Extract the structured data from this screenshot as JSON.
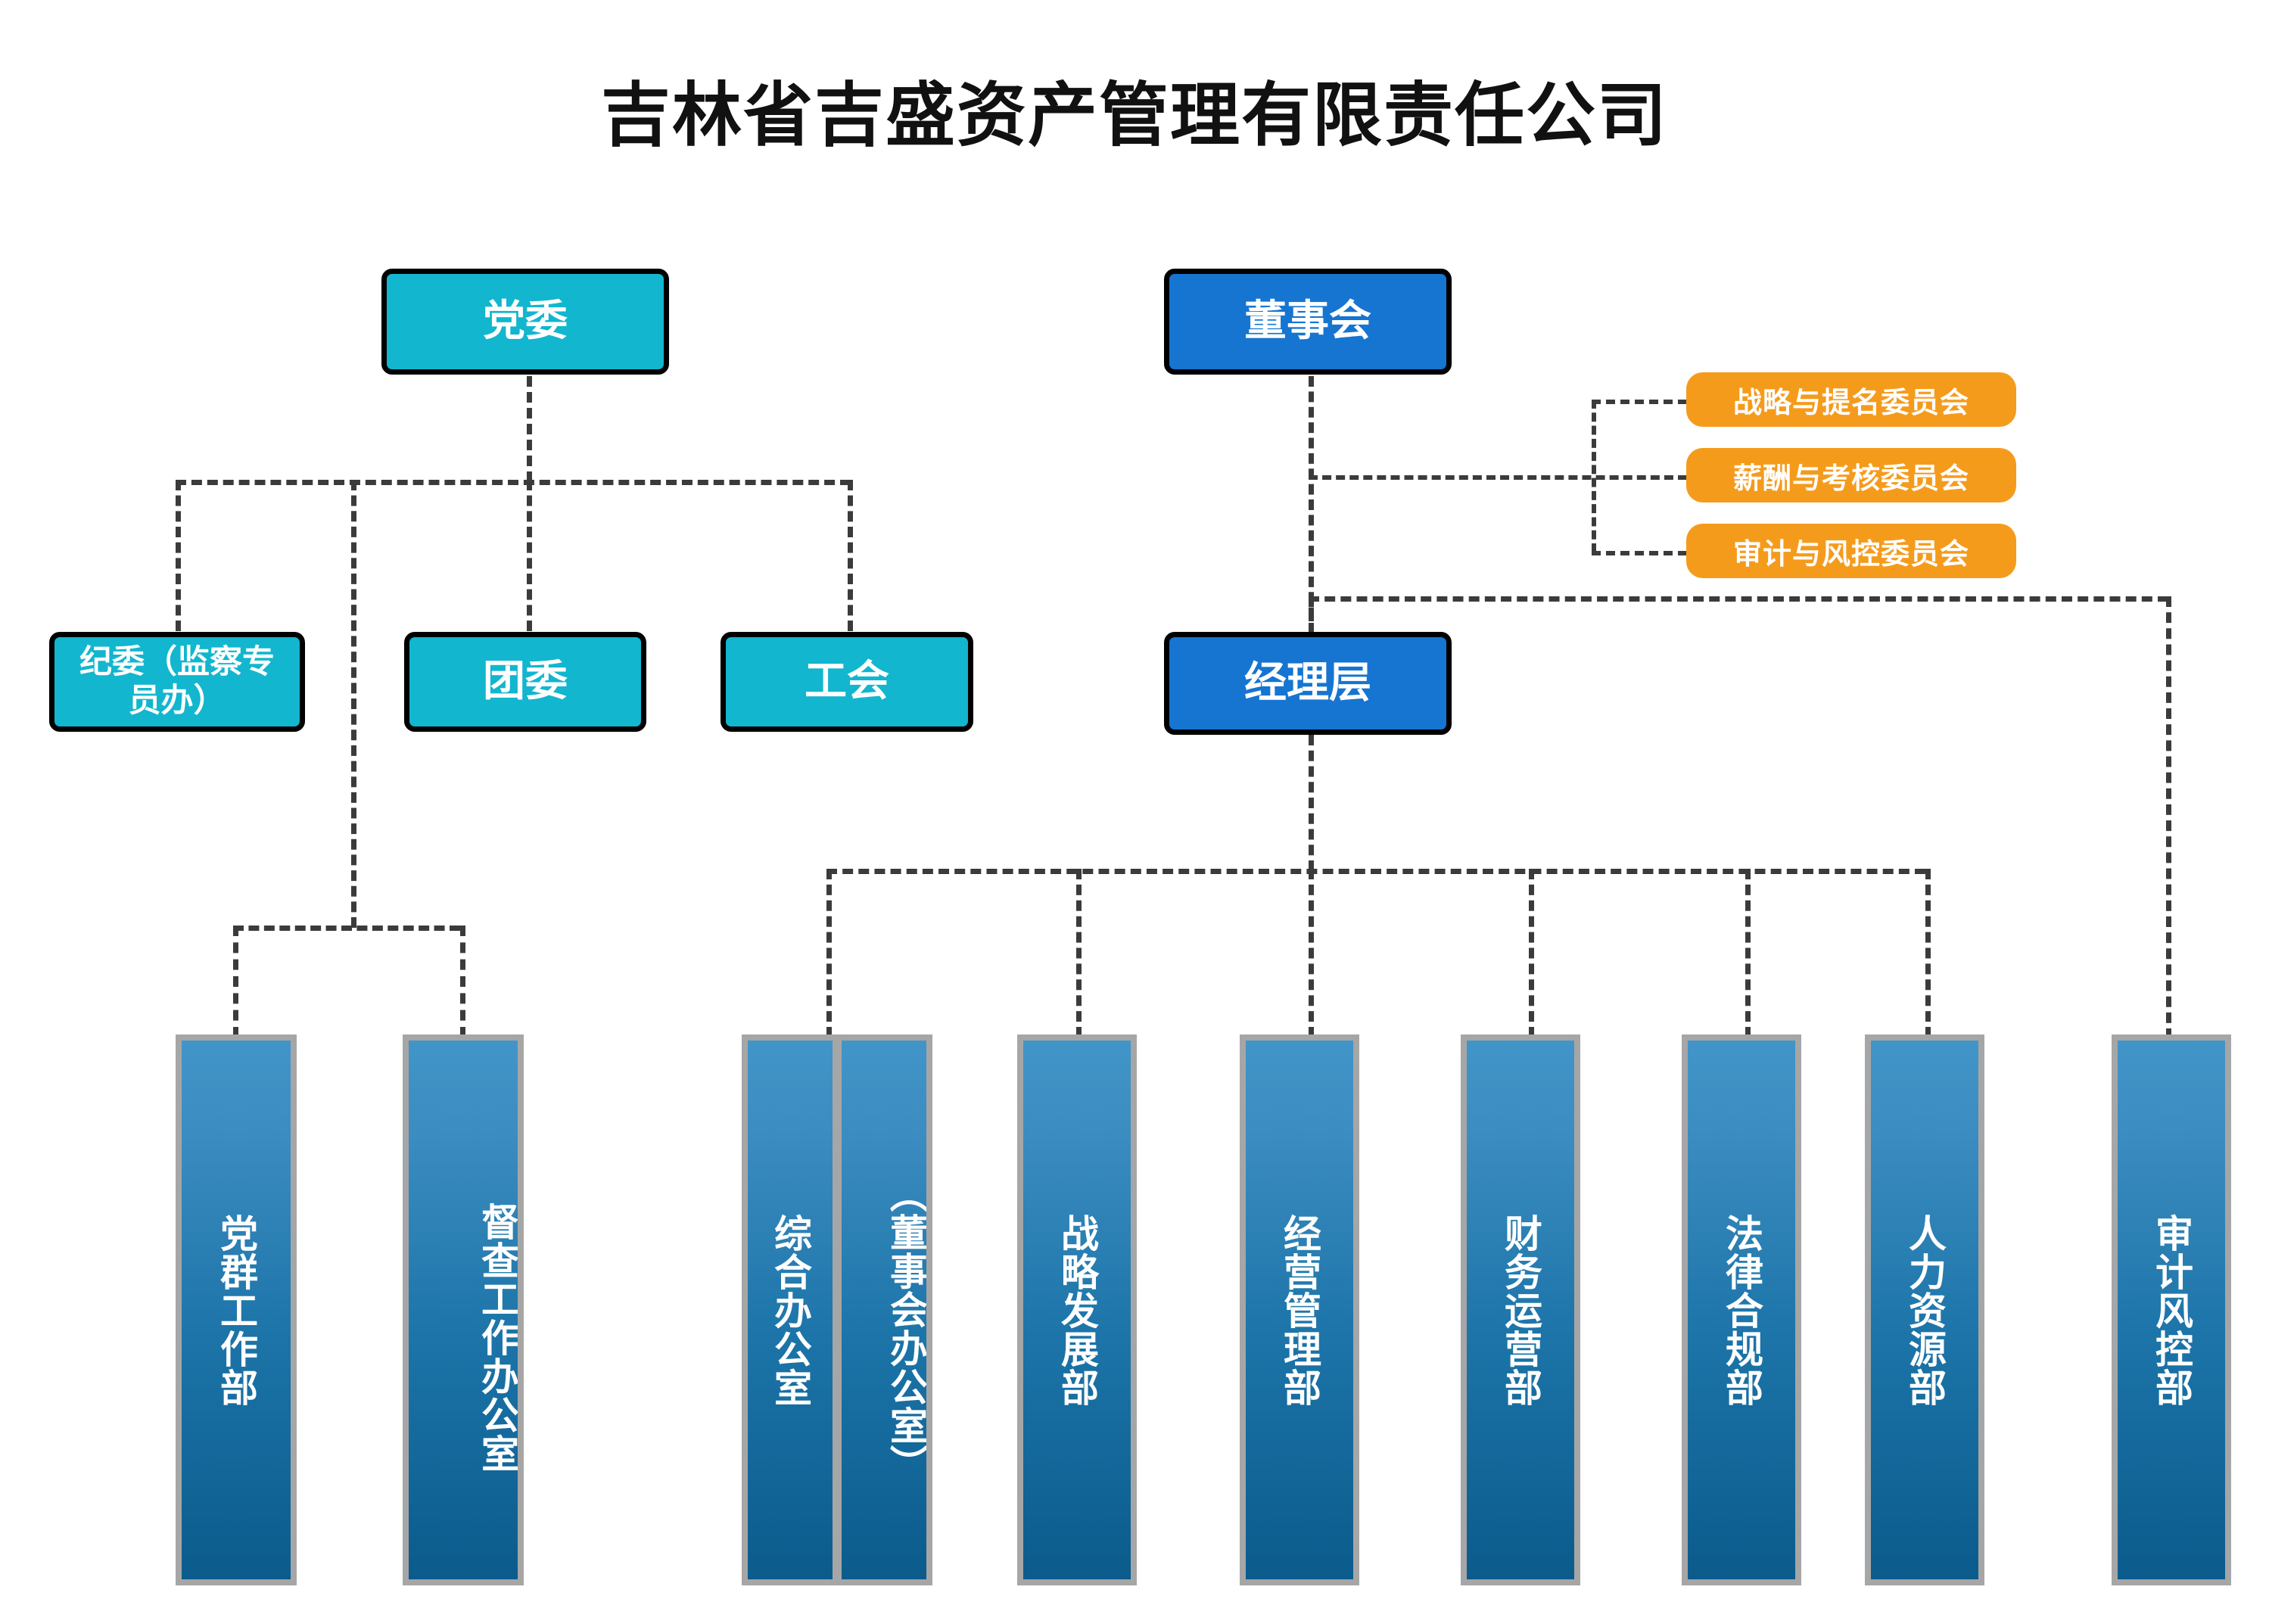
{
  "title": "吉林省吉盛资产管理有限责任公司",
  "colors": {
    "cyan": "#12B6CE",
    "blue": "#1575D1",
    "orange": "#F59B1C",
    "dept_gradient_top": "#4295C8",
    "dept_gradient_bottom": "#0B5B8C",
    "dept_border": "#A6A6A6",
    "connector": "#3B3B3B",
    "node_border": "#000000",
    "background": "#FFFFFF",
    "title_color": "#111111"
  },
  "governance": {
    "party_committee": "党委",
    "board_of_directors": "董事会",
    "management_layer": "经理层"
  },
  "party_branches": [
    {
      "label": "纪委（监察专员办）"
    },
    {
      "label": "团委"
    },
    {
      "label": "工会"
    }
  ],
  "board_committees": [
    {
      "label": "战略与提名委员会"
    },
    {
      "label": "薪酬与考核委员会"
    },
    {
      "label": "审计与风控委员会"
    }
  ],
  "departments": [
    {
      "label": "党群工作部",
      "parent": "党委"
    },
    {
      "label": "督查工作办公室",
      "parent": "党委"
    },
    {
      "label": "综合办公室",
      "parent": "经理层"
    },
    {
      "label": "（董事会办公室）",
      "parent": "经理层"
    },
    {
      "label": "战略发展部",
      "parent": "经理层"
    },
    {
      "label": "经营管理部",
      "parent": "经理层"
    },
    {
      "label": "财务运营部",
      "parent": "经理层"
    },
    {
      "label": "法律合规部",
      "parent": "经理层"
    },
    {
      "label": "人力资源部",
      "parent": "经理层"
    },
    {
      "label": "审计风控部",
      "parent": "董事会"
    }
  ]
}
